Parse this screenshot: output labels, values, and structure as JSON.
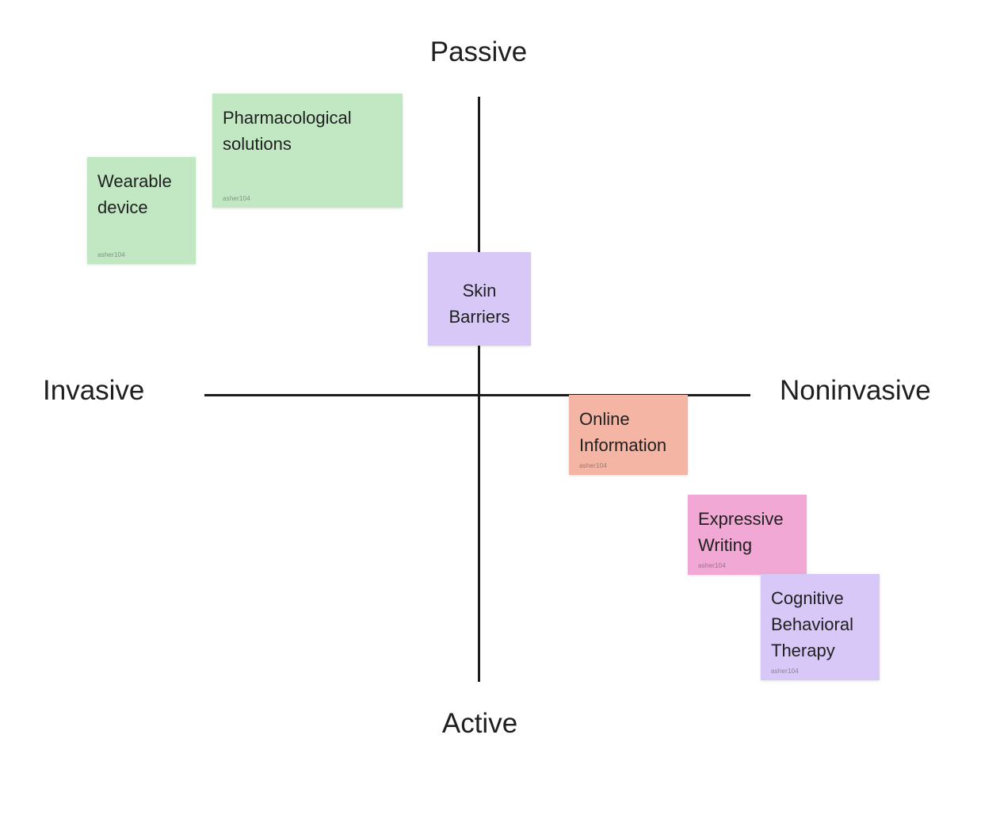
{
  "board": {
    "background_color": "#ffffff",
    "axis_color": "#1c1c1c"
  },
  "axes": {
    "vertical": {
      "top_label": "Passive",
      "bottom_label": "Active"
    },
    "horizontal": {
      "left_label": "Invasive",
      "right_label": "Noninvasive"
    }
  },
  "chart_data": {
    "type": "scatter",
    "title": "",
    "xlabel": "Invasive — Noninvasive",
    "ylabel": "Active — Passive",
    "x_axis_left": "Invasive",
    "x_axis_right": "Noninvasive",
    "y_axis_top": "Passive",
    "y_axis_bottom": "Active",
    "quadrants": [
      "Passive / Invasive",
      "Passive / Noninvasive",
      "Active / Invasive",
      "Active / Noninvasive"
    ],
    "points": [
      {
        "label": "Wearable device",
        "quadrant": "Passive / Invasive",
        "color": "#c1e8c3"
      },
      {
        "label": "Pharmacological solutions",
        "quadrant": "Passive / Invasive",
        "color": "#c1e8c3"
      },
      {
        "label": "Skin Barriers",
        "quadrant": "Passive / Center",
        "color": "#d7c8f8"
      },
      {
        "label": "Online Information",
        "quadrant": "Active / Noninvasive",
        "color": "#f4b5a4"
      },
      {
        "label": "Expressive Writing",
        "quadrant": "Active / Noninvasive",
        "color": "#f2a8d4"
      },
      {
        "label": "Cognitive Behavioral Therapy",
        "quadrant": "Active / Noninvasive",
        "color": "#d7c8f8"
      }
    ]
  },
  "notes": [
    {
      "id": "wearable-device",
      "text": "Wearable\ndevice",
      "author": "asher104",
      "color": "#c1e8c3",
      "align": "left"
    },
    {
      "id": "pharmacological",
      "text": "Pharmacological\nsolutions",
      "author": "asher104",
      "color": "#c1e8c3",
      "align": "left"
    },
    {
      "id": "skin-barriers",
      "text": "Skin\nBarriers",
      "author": "",
      "color": "#d7c8f8",
      "align": "center"
    },
    {
      "id": "online-information",
      "text": "Online\nInformation",
      "author": "asher104",
      "color": "#f4b5a4",
      "align": "left"
    },
    {
      "id": "expressive-writing",
      "text": "Expressive\nWriting",
      "author": "asher104",
      "color": "#f2a8d4",
      "align": "left"
    },
    {
      "id": "cognitive-behavioral-therapy",
      "text": "Cognitive\nBehavioral\nTherapy",
      "author": "asher104",
      "color": "#d7c8f8",
      "align": "left"
    }
  ]
}
